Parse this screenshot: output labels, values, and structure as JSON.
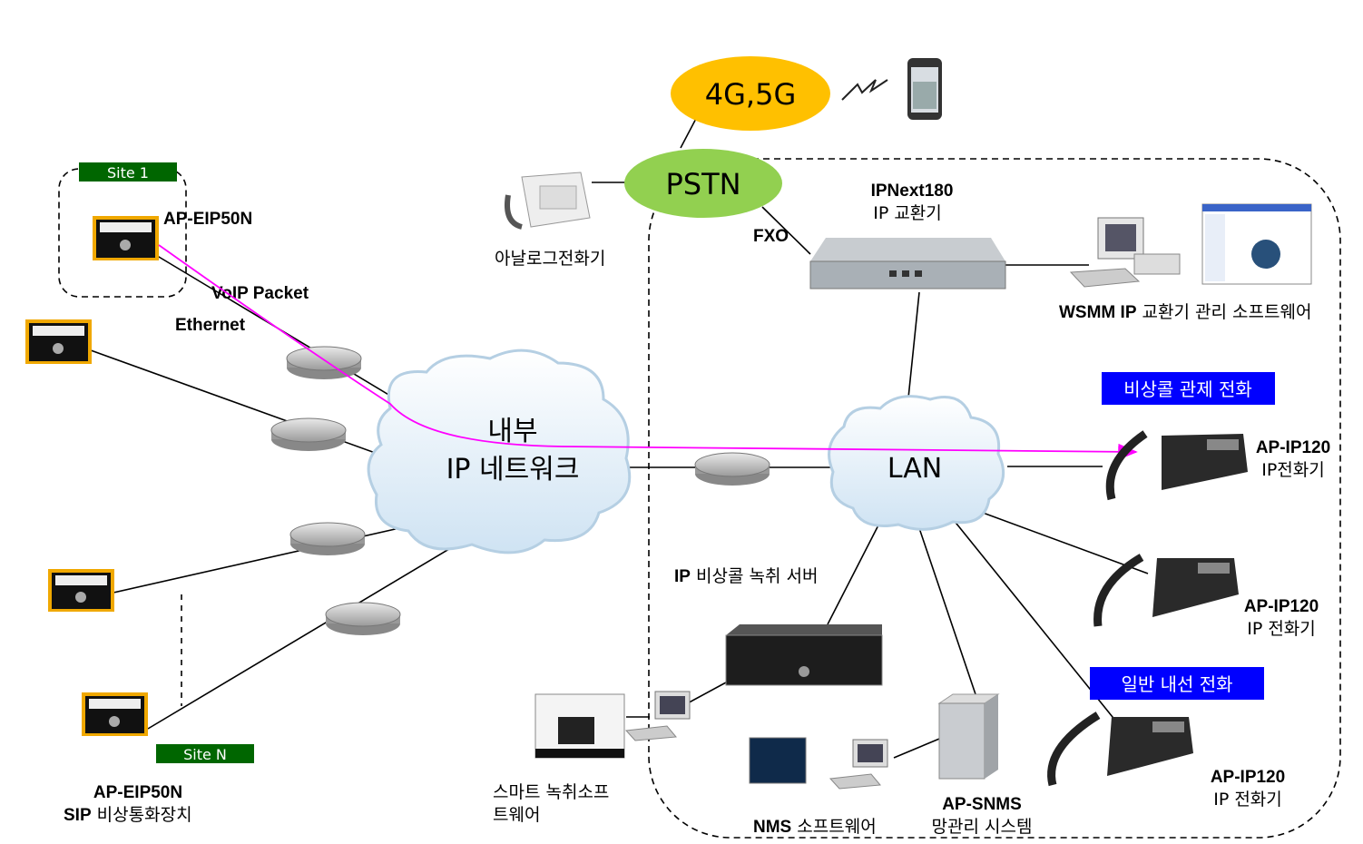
{
  "nodes": {
    "mobile_network": "4G,5G",
    "pstn": "PSTN",
    "analog_phone": "아날로그전화기",
    "pbx_name": "IPNext180",
    "pbx_desc": "IP 교환기",
    "fxo": "FXO",
    "wsmm_bold": "WSMM IP",
    "wsmm_desc": "교환기 관리 소프트웨어",
    "emergency_control_label": "비상콜 관제 전화",
    "general_extension_label": "일반 내선 전화",
    "lan": "LAN",
    "internal_network_line1": "내부",
    "internal_network_line2": "IP 네트워크",
    "phone1_model": "AP-IP120",
    "phone1_desc": "IP전화기",
    "phone2_model": "AP-IP120",
    "phone2_desc": "IP 전화기",
    "phone3_model": "AP-IP120",
    "phone3_desc": "IP 전화기",
    "recording_server_bold": "IP",
    "recording_server_desc": "비상콜  녹취 서버",
    "smart_recording_line1": "스마트 녹취소프",
    "smart_recording_line2": "트웨어",
    "nms_bold": "NMS",
    "nms_desc": "소프트웨어",
    "snms_model": "AP-SNMS",
    "snms_desc": "망관리 시스템",
    "site1": "Site 1",
    "siteN": "Site N",
    "site1_device": "AP-EIP50N",
    "voip_packet": "VoIP Packet",
    "ethernet": "Ethernet",
    "bottom_device_model": "AP-EIP50N",
    "bottom_device_bold": "SIP",
    "bottom_device_desc": "비상통화장치"
  },
  "colors": {
    "mobile_network": "#FFC000",
    "pstn": "#92D050",
    "site_label": "#006600",
    "blue_label": "#0000FF",
    "voip_path": "#FF00FF"
  }
}
